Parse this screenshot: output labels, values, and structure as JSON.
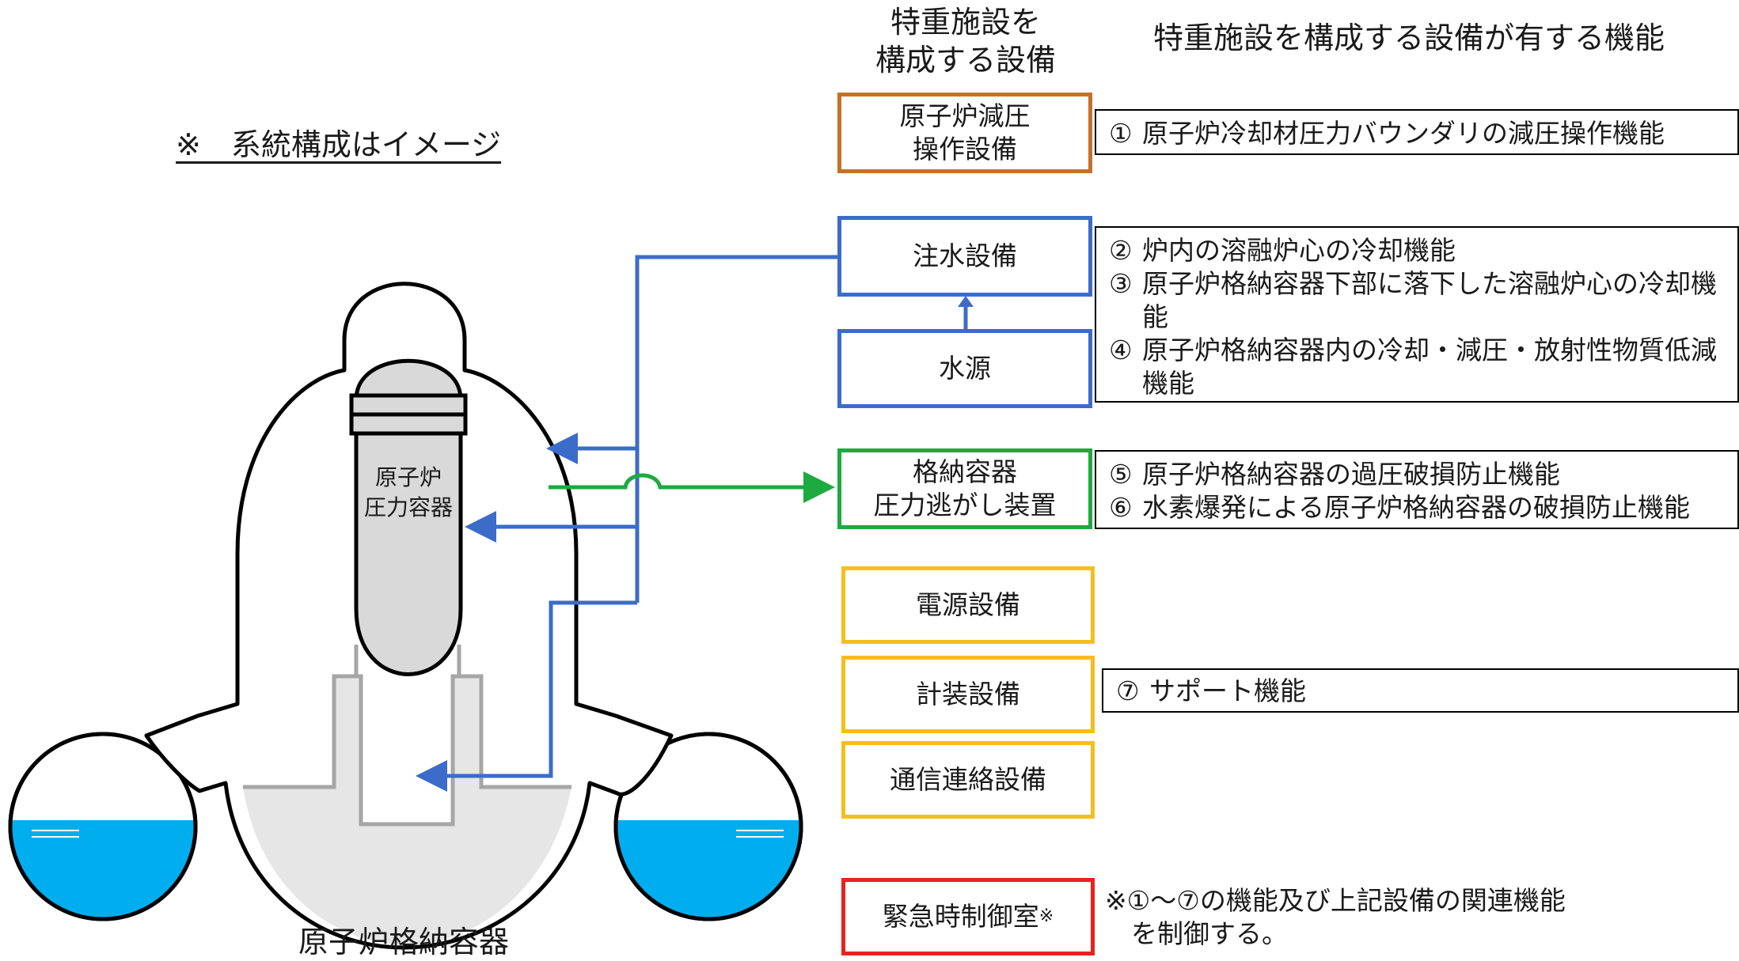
{
  "headers": {
    "equipment": "特重施設を\n構成する設備",
    "functions": "特重施設を構成する設備が有する機能"
  },
  "note": "※　系統構成はイメージ",
  "diagram": {
    "vessel_label": "原子炉\n圧力容器",
    "containment_label": "原子炉格納容器"
  },
  "equipment": [
    {
      "label": "原子炉減圧\n操作設備",
      "color": "#C5712A"
    },
    {
      "label": "注水設備",
      "color": "#3B6CC9"
    },
    {
      "label": "水源",
      "color": "#3B6CC9"
    },
    {
      "label": "格納容器\n圧力逃がし装置",
      "color": "#1DAA3F"
    },
    {
      "label": "電源設備",
      "color": "#F5BE1E"
    },
    {
      "label": "計装設備",
      "color": "#F5BE1E"
    },
    {
      "label": "通信連絡設備",
      "color": "#F5BE1E"
    },
    {
      "label": "緊急時制御室",
      "mark": "※",
      "color": "#E8221E"
    }
  ],
  "functions": {
    "group1": [
      {
        "num": "①",
        "text": "原子炉冷却材圧力バウンダリの減圧操作機能"
      }
    ],
    "group2": [
      {
        "num": "②",
        "text": "炉内の溶融炉心の冷却機能"
      },
      {
        "num": "③",
        "text": "原子炉格納容器下部に落下した溶融炉心の冷却機能"
      },
      {
        "num": "④",
        "text": "原子炉格納容器内の冷却・減圧・放射性物質低減機能"
      }
    ],
    "group3": [
      {
        "num": "⑤",
        "text": "原子炉格納容器の過圧破損防止機能"
      },
      {
        "num": "⑥",
        "text": "水素爆発による原子炉格納容器の破損防止機能"
      }
    ],
    "group4": [
      {
        "num": "⑦",
        "text": "サポート機能"
      }
    ]
  },
  "footnote": "※①～⑦の機能及び上記設備の関連機能\n　を制御する。"
}
